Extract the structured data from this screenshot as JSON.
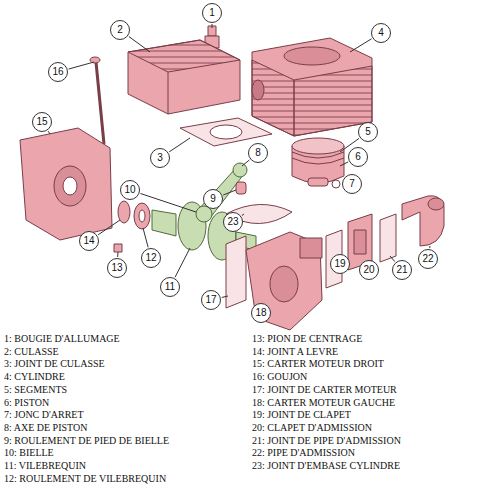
{
  "diagram": {
    "nodes": [
      {
        "text": [
          "1"
        ]
      },
      {
        "text": [
          "2"
        ]
      },
      {
        "text": [
          "3"
        ]
      },
      {
        "text": [
          "4"
        ]
      },
      {
        "text": [
          "5"
        ]
      },
      {
        "text": [
          "6"
        ]
      },
      {
        "text": [
          "7"
        ]
      },
      {
        "text": [
          "8"
        ]
      },
      {
        "text": [
          "9"
        ]
      },
      {
        "text": [
          "10"
        ]
      },
      {
        "text": [
          "11"
        ]
      },
      {
        "text": [
          "12"
        ]
      },
      {
        "text": [
          "13"
        ]
      },
      {
        "text": [
          "14"
        ]
      },
      {
        "text": [
          "15"
        ]
      },
      {
        "text": [
          "16"
        ]
      },
      {
        "text": [
          "17"
        ]
      },
      {
        "text": [
          "18"
        ]
      },
      {
        "text": [
          "19"
        ]
      },
      {
        "text": [
          "20"
        ]
      },
      {
        "text": [
          "21"
        ]
      },
      {
        "text": [
          "22"
        ]
      },
      {
        "text": [
          "23"
        ]
      }
    ],
    "labels": [
      "1: BOUGIE D'ALLUMAGE",
      "2: CULASSE",
      "3: JOINT DE CULASSE",
      "4: CYLINDRE",
      "5: SEGMENTS",
      "6: PISTON",
      "7: JONC D'ARRET",
      "8: AXE DE PISTON",
      "9: ROULEMENT DE PIED DE BIELLE",
      "10: BIELLE",
      "11: VILEBREQUIN",
      "12: ROULEMENT DE VILEBREQUIN",
      "13: PION DE CENTRAGE",
      "14: JOINT A LEVRE",
      "15: CARTER MOTEUR DROIT",
      "16: GOUJON",
      "17: JOINT DE CARTER MOTEUR",
      "18: CARTER MOTEUR GAUCHE",
      "19: JOINT DE CLAPET",
      "20: CLAPET D'ADMISSION",
      "21: JOINT DE PIPE D'ADMISSION",
      "22: PIPE D'ADMISSION",
      "23: JOINT D'EMBASE CYLINDRE"
    ]
  }
}
